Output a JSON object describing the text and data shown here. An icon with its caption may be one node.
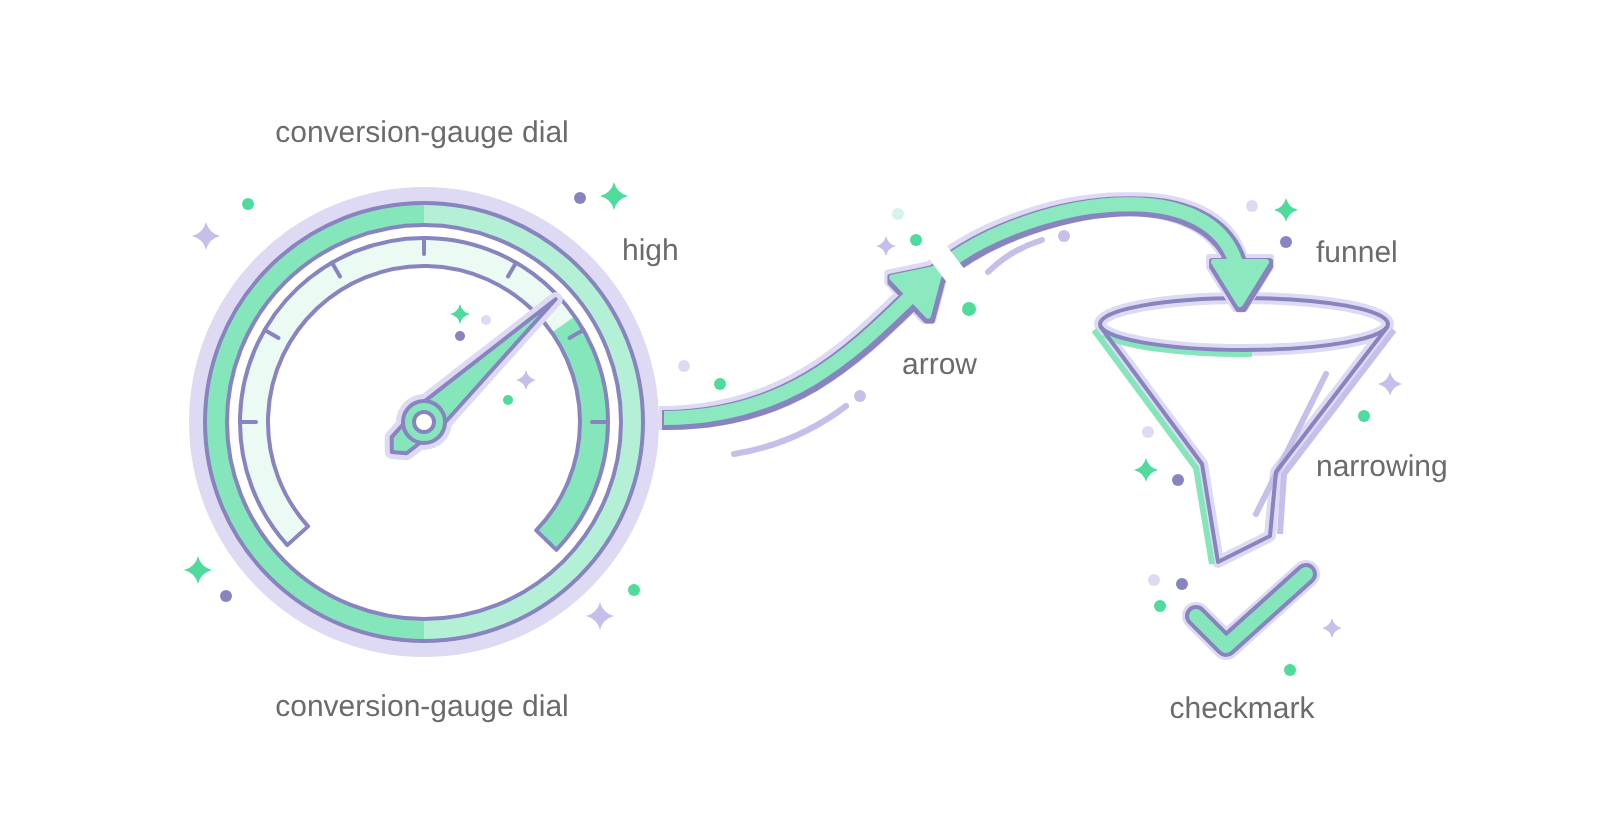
{
  "diagram": {
    "nodes": [
      {
        "text": [],
        "shape": "picture"
      },
      {
        "text": [],
        "shape": "picture"
      }
    ],
    "edges": [
      {
        "from": 0,
        "to": 1,
        "arrow": "to",
        "label": "arrow"
      }
    ],
    "labels": [
      "conversion-gauge dial",
      "high",
      "funnel",
      "narrowing",
      "conversion-gauge dial",
      "checkmark"
    ]
  }
}
